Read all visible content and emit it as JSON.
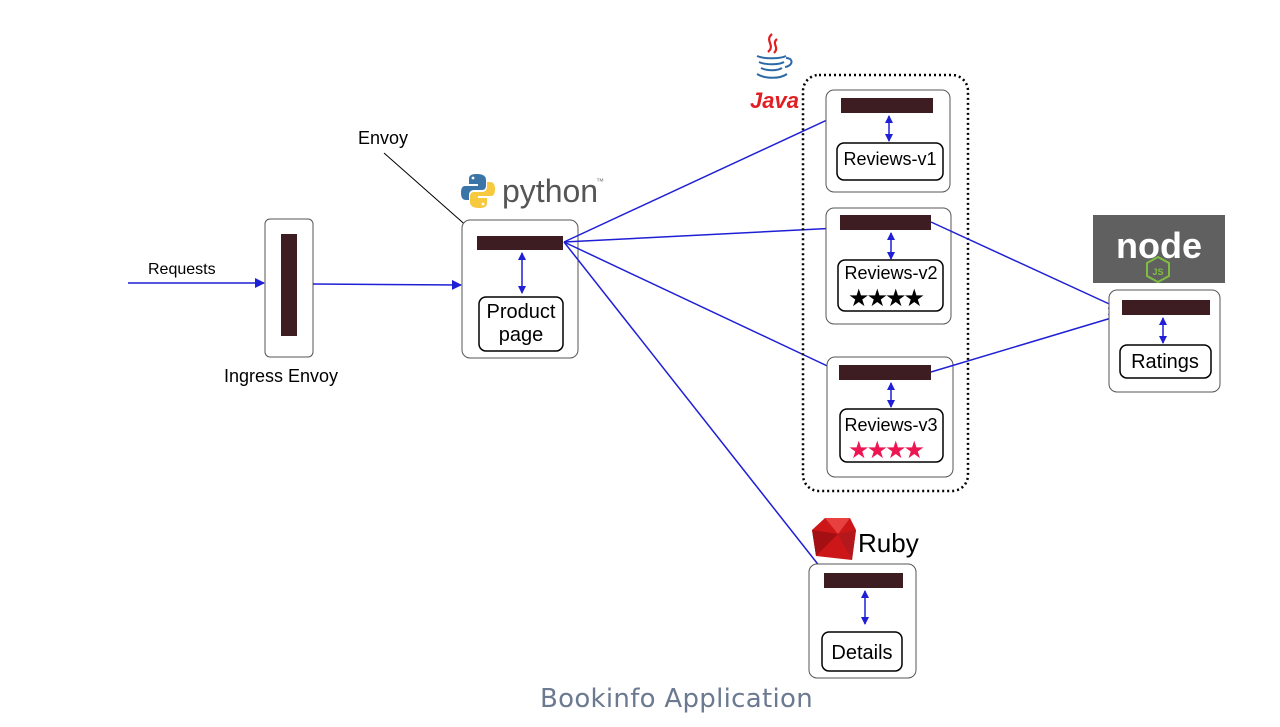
{
  "caption": "Bookinfo Application",
  "colors": {
    "arrow": "#1f1fd6",
    "sidecar": "#3d1c22",
    "box_stroke": "#444444",
    "star_black": "#000000",
    "star_red": "#ee1652",
    "caption": "#6b7a90",
    "java_red": "#e11e22",
    "java_blue": "#2b6aa6",
    "ruby_red": "#cc1618",
    "node_bg": "#606060",
    "node_green": "#7fbd42"
  },
  "labels": {
    "requests": "Requests",
    "ingress": "Ingress Envoy",
    "envoy": "Envoy",
    "productpage_line1": "Product",
    "productpage_line2": "page",
    "reviews_v1": "Reviews-v1",
    "reviews_v2": "Reviews-v2",
    "reviews_v3": "Reviews-v3",
    "ratings": "Ratings",
    "details": "Details"
  },
  "logos": {
    "python": "python",
    "python_tm": "™",
    "java": "Java",
    "ruby": "Ruby",
    "node": "node",
    "node_js": "JS"
  },
  "stars": {
    "reviews_v2": {
      "count": 4,
      "color": "black"
    },
    "reviews_v3": {
      "count": 4,
      "color": "red"
    }
  },
  "stars_text": {
    "reviews_v2": "★★★★",
    "reviews_v3": "★★★★"
  }
}
